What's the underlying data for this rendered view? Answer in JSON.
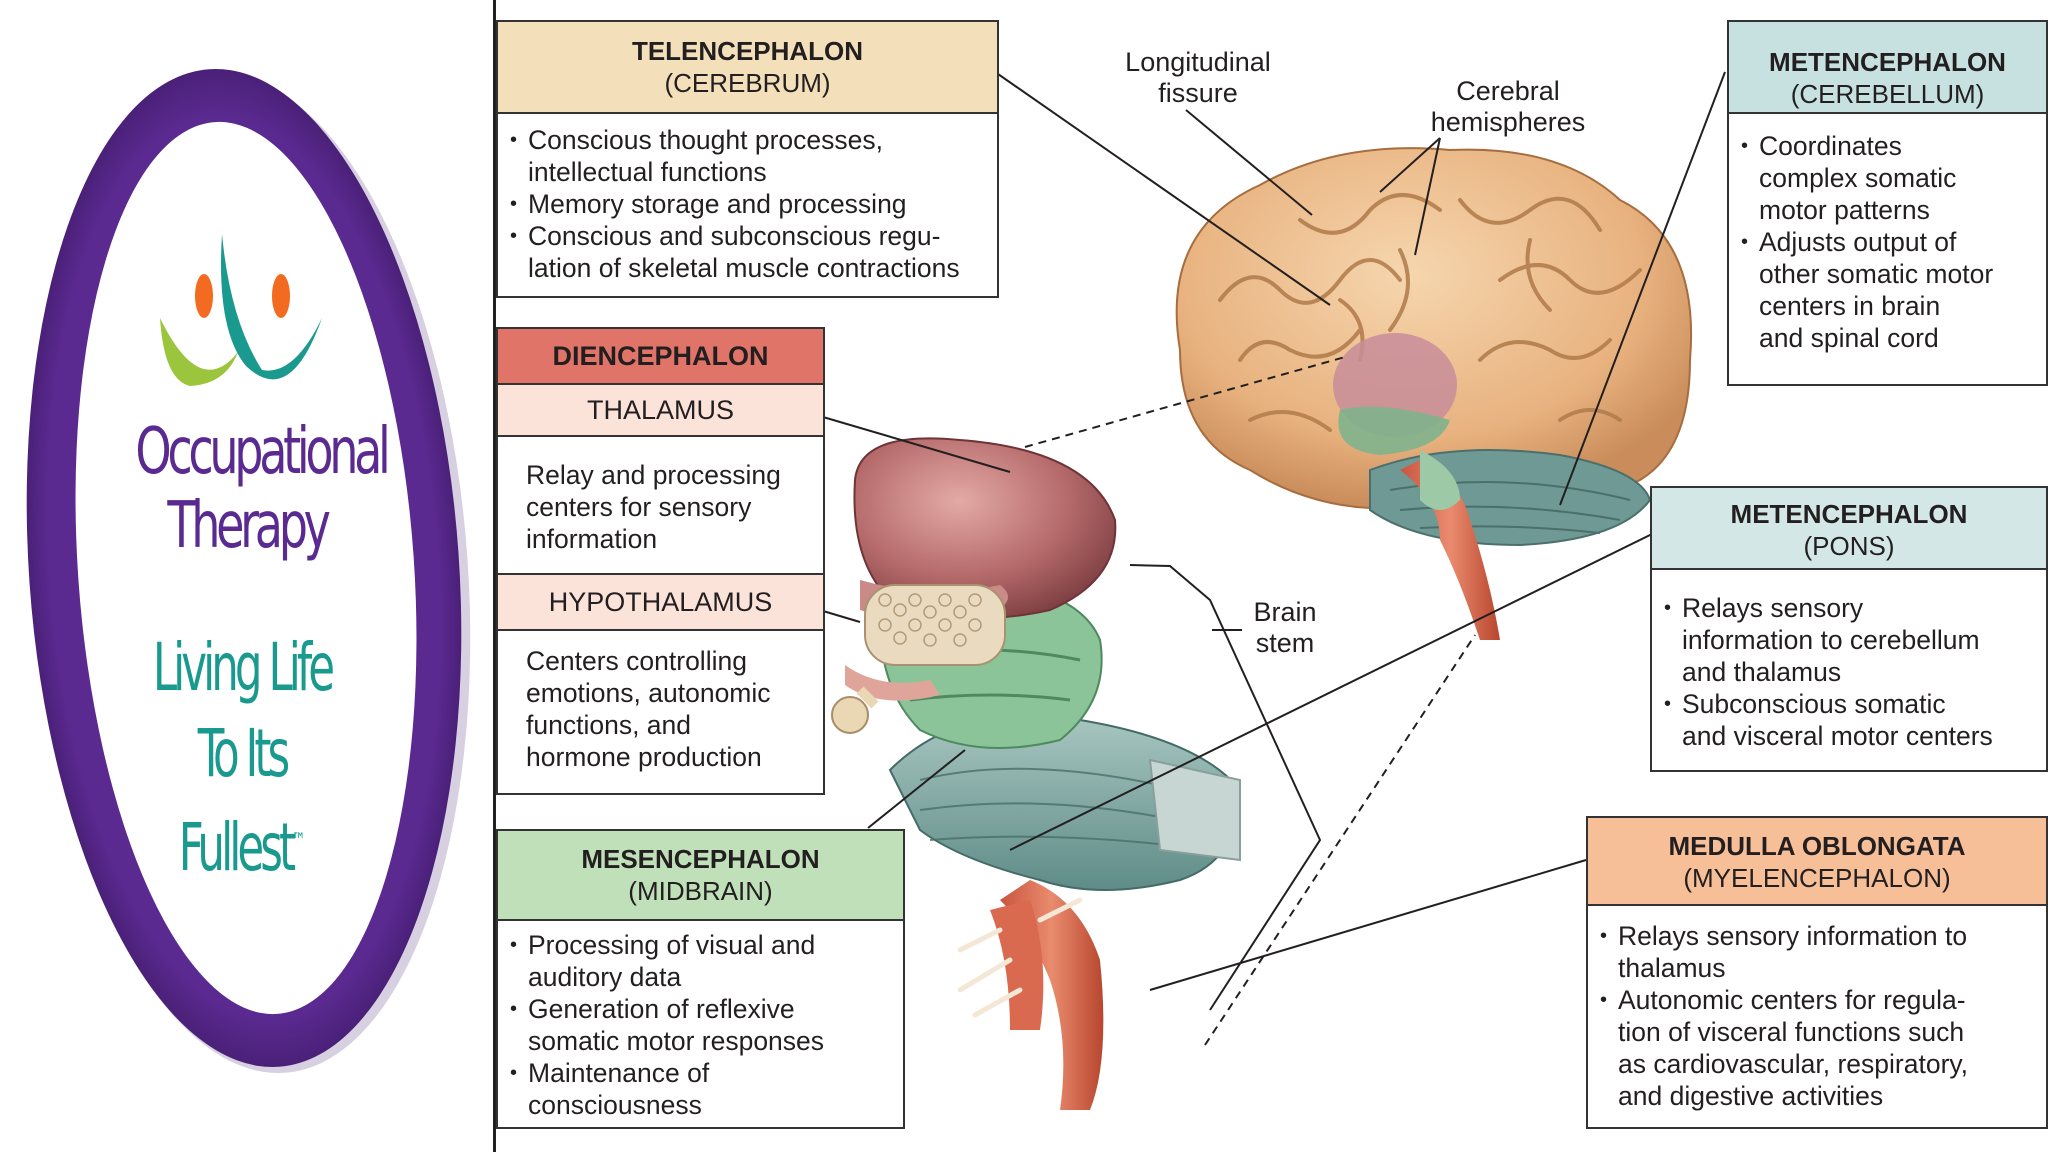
{
  "logo": {
    "line1": "Occupational",
    "line2": "Therapy",
    "line3": "Living Life",
    "line4": "To Its Fullest",
    "trademark": "™",
    "colors": {
      "ring": "#5b2a91",
      "text_purple": "#5b2a91",
      "text_teal": "#1a9a8f",
      "orange": "#f26b21",
      "green": "#9bc53d",
      "teal": "#1a9a8f"
    }
  },
  "labels": {
    "longitudinal_fissure": [
      "Longitudinal",
      "fissure"
    ],
    "cerebral_hemispheres": [
      "Cerebral",
      "hemispheres"
    ],
    "brain_stem": [
      "Brain",
      "stem"
    ]
  },
  "telencephalon": {
    "title": "TELENCEPHALON",
    "subtitle": "(CEREBRUM)",
    "bullets": [
      [
        "Conscious thought processes,",
        "intellectual functions"
      ],
      [
        "Memory storage and  processing"
      ],
      [
        "Conscious and subconscious  regu-",
        "lation of skeletal muscle contractions"
      ]
    ],
    "color": "#f3dfba"
  },
  "diencephalon": {
    "title": "DIENCEPHALON",
    "color": "#e07468",
    "thalamus": {
      "title": "THALAMUS",
      "text": [
        "Relay and processing",
        "centers for sensory",
        "information"
      ],
      "color": "#fbe3da"
    },
    "hypothalamus": {
      "title": "HYPOTHALAMUS",
      "text": [
        "Centers controlling",
        "emotions, autonomic",
        "functions, and",
        "hormone production"
      ],
      "color": "#fbe3da"
    }
  },
  "mesencephalon": {
    "title": "MESENCEPHALON",
    "subtitle": "(MIDBRAIN)",
    "bullets": [
      [
        "Processing of visual and",
        "auditory data"
      ],
      [
        "Generation of reflexive",
        "somatic motor responses"
      ],
      [
        "Maintenance of",
        "consciousness"
      ]
    ],
    "color": "#bfe0b9"
  },
  "metencephalon_cerebellum": {
    "title": "METENCEPHALON",
    "subtitle": "(CEREBELLUM)",
    "bullets": [
      [
        "Coordinates",
        "complex somatic",
        "motor patterns"
      ],
      [
        "Adjusts output of",
        "other somatic motor",
        "centers in brain",
        "and spinal cord"
      ]
    ],
    "color": "#c6e1df"
  },
  "metencephalon_pons": {
    "title": "METENCEPHALON",
    "subtitle": "(PONS)",
    "bullets": [
      [
        "Relays sensory",
        "information to cerebellum",
        "and thalamus"
      ],
      [
        "Subconscious somatic",
        "and visceral motor centers"
      ]
    ],
    "color": "#d3e7e6"
  },
  "medulla": {
    "title": "MEDULLA OBLONGATA",
    "subtitle": "(MYELENCEPHALON)",
    "bullets": [
      [
        "Relays sensory information to",
        "thalamus"
      ],
      [
        "Autonomic centers for regula-",
        "tion of visceral functions such",
        "as cardiovascular, respiratory,",
        "and digestive activities"
      ]
    ],
    "color": "#f6bf98"
  }
}
